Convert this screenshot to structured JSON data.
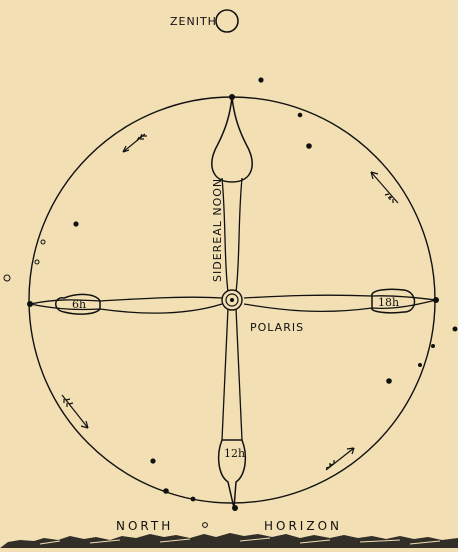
{
  "diagram": {
    "zenith_label": "ZENITH",
    "vertical_label": "SIDEREAL NOON",
    "center_label": "POLARIS",
    "left_loop_label": "6h",
    "right_loop_label": "18h",
    "bottom_loop_label": "12h",
    "horizon_left_label": "NORTH",
    "horizon_right_label": "HORIZON",
    "colors": {
      "background": "#f2dfb3",
      "ink": "#111111"
    }
  }
}
